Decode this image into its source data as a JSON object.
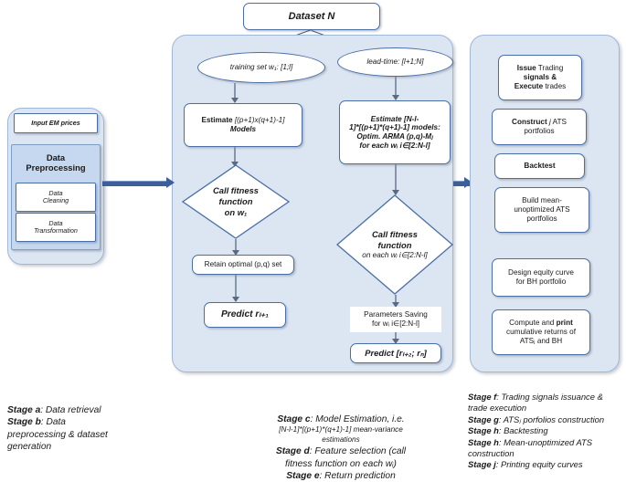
{
  "figure": {
    "title": "Algorithmic trading system workflow flowchart",
    "accent_panel": "#dce6f2",
    "accent_border": "#9fb8d6",
    "node_border": "#4a6fa5",
    "connector": "#3c5f9c"
  },
  "top": {
    "dataset_label": "Dataset N"
  },
  "left_panel": {
    "input_box": "Input EM prices",
    "preprocessing_title_line1": "Data",
    "preprocessing_title_line2": "Preprocessing",
    "steps": [
      {
        "line1": "Data",
        "line2": "Cleaning"
      },
      {
        "line1": "Data",
        "line2": "Transformation"
      }
    ]
  },
  "middle_panel": {
    "left_branch": {
      "ellipse": "training set w₁: [1;l]",
      "estimate_line1_bold": "Estimate",
      "estimate_line1_rest": " [(p+1)x(q+1)-1]",
      "estimate_line2": "Models",
      "diamond_line1": "Call fitness",
      "diamond_line2": "function",
      "diamond_line3": "on w₁",
      "retain": "Retain optimal (p,q) set",
      "predict": "Predict rₗ₊₁"
    },
    "right_branch": {
      "ellipse": "lead-time: [l+1;N]",
      "estimate_line1": "Estimate [N-l-",
      "estimate_line2": "1]*[(p+1)*(q+1)-1] models:",
      "estimate_line3": "Optim. ARMA (p,q)-Mⱼ",
      "estimate_line4": "for each wᵢ i∈[2:N-l]",
      "diamond_line1": "Call fitness",
      "diamond_line2": "function",
      "diamond_line3": "on each wᵢ i∈[2:N-l]",
      "params_line1": "Parameters Saving",
      "params_line2": "for wᵢ i∈[2:N-l]",
      "predict": "Predict [rₗ₊₂; rₙ]"
    }
  },
  "right_panel": {
    "boxes": [
      {
        "lines": [
          "Issue Trading",
          "signals &",
          "Execute trades"
        ],
        "bold_words": [
          "Issue",
          "signals &",
          "Execute"
        ]
      },
      {
        "lines": [
          "Construct j ATS",
          "portfolios"
        ],
        "bold_words": [
          "Construct"
        ]
      },
      {
        "lines": [
          "Backtest"
        ],
        "bold_words": [
          "Backtest"
        ]
      },
      {
        "lines": [
          "Build mean-",
          "unoptimized ATS",
          "portfolios"
        ],
        "bold_words": []
      },
      {
        "lines": [
          "Design equity curve",
          "for BH portfolio"
        ],
        "bold_words": []
      },
      {
        "lines": [
          "Compute and print",
          "cumulative returns of",
          "ATSⱼ and BH"
        ],
        "bold_words": [
          "print"
        ]
      }
    ]
  },
  "captions": {
    "left": [
      {
        "stage": "Stage a",
        "text": ":  Data retrieval"
      },
      {
        "stage": "Stage b",
        "text": ": Data"
      },
      {
        "stage": "",
        "text": "preprocessing & dataset"
      },
      {
        "stage": "",
        "text": "generation"
      }
    ],
    "center": [
      {
        "stage": "Stage c",
        "text": ":  Model Estimation, i.e."
      },
      {
        "stage": "",
        "text": "[N-l-1]*[(p+1)*(q+1)-1] mean-variance"
      },
      {
        "stage": "",
        "text": "estimations"
      },
      {
        "stage": "Stage d",
        "text": ": Feature selection (call"
      },
      {
        "stage": "",
        "text": "fitness function on each wᵢ)"
      },
      {
        "stage": "Stage e",
        "text": ": Return prediction"
      }
    ],
    "right": [
      {
        "stage": "Stage f",
        "text": ":  Trading signals issuance &"
      },
      {
        "stage": "",
        "text": "trade execution"
      },
      {
        "stage": "Stage g",
        "text": ": ATSⱼ porfolios construction"
      },
      {
        "stage": "Stage h",
        "text": ":  Backtesting"
      },
      {
        "stage": "Stage h",
        "text": ":  Mean-unoptimized ATS"
      },
      {
        "stage": "",
        "text": "construction"
      },
      {
        "stage": "Stage j",
        "text": ": Printing equity curves"
      }
    ]
  }
}
